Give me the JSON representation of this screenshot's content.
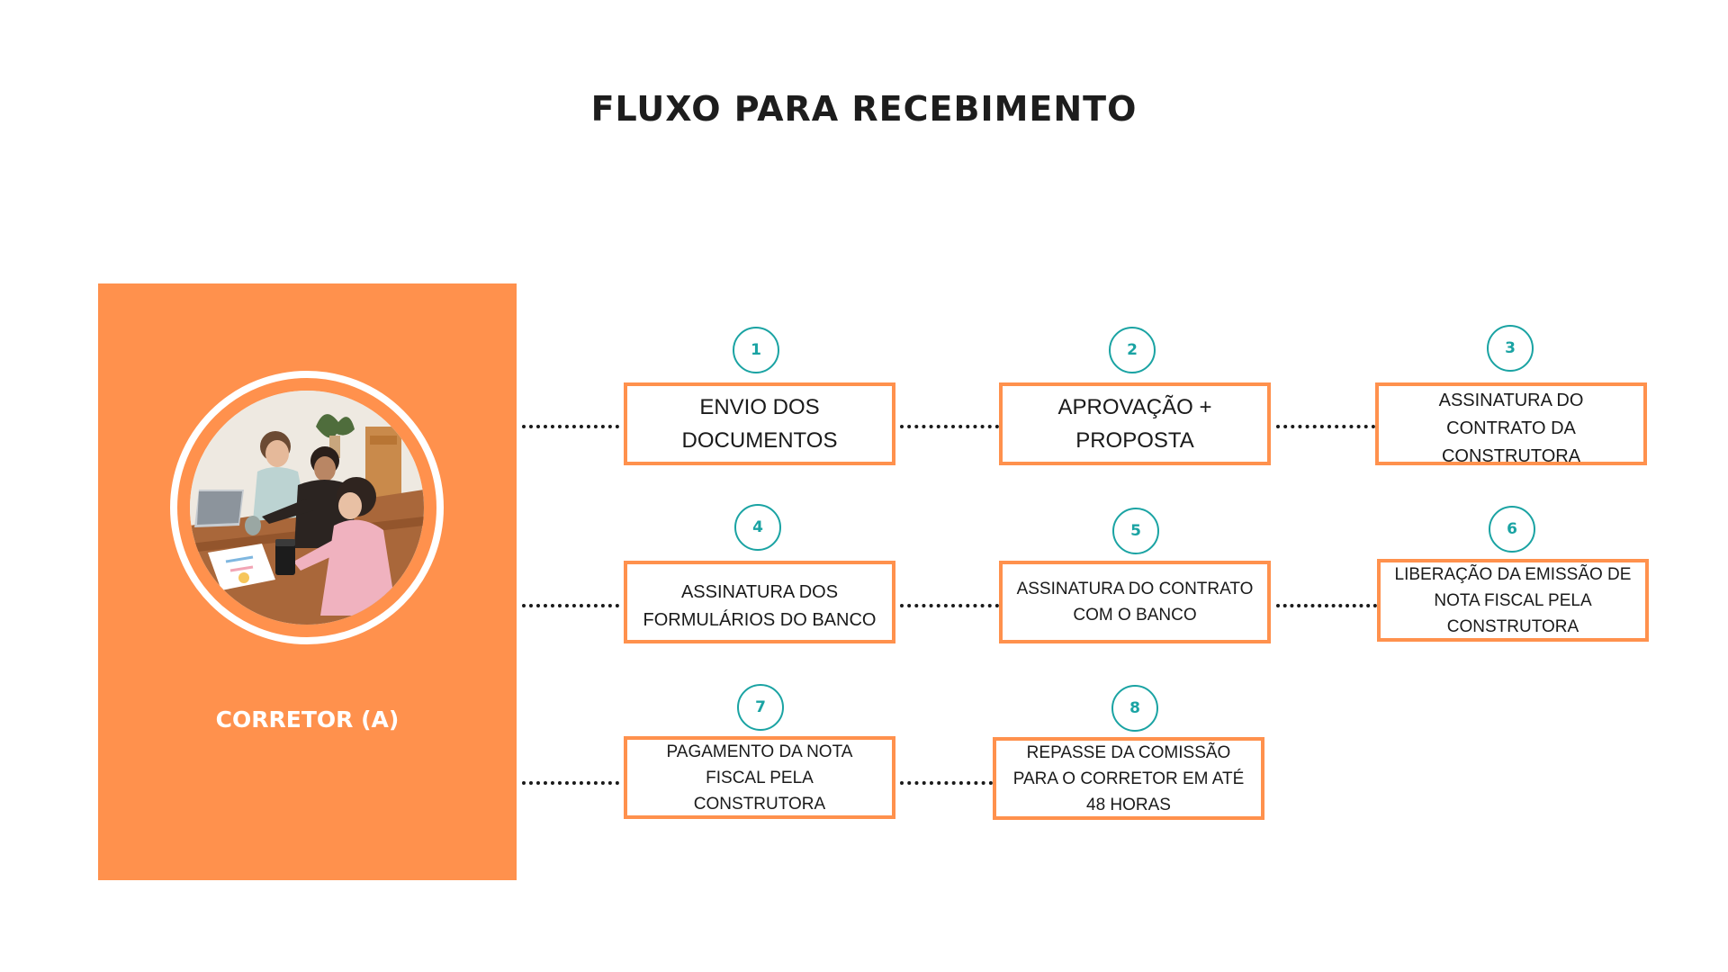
{
  "title": "FLUXO PARA RECEBIMENTO",
  "side_panel": {
    "label": "CORRETOR (A)",
    "color": "#ff914d"
  },
  "colors": {
    "accent": "#ff914d",
    "number_teal": "#1aa3a3",
    "text": "#1a1a1a"
  },
  "steps": [
    {
      "number": "1",
      "label": "ENVIO DOS DOCUMENTOS"
    },
    {
      "number": "2",
      "label": "APROVAÇÃO + PROPOSTA"
    },
    {
      "number": "3",
      "label": "ASSINATURA DO CONTRATO DA CONSTRUTORA"
    },
    {
      "number": "4",
      "label": "ASSINATURA DOS FORMULÁRIOS DO BANCO"
    },
    {
      "number": "5",
      "label": "ASSINATURA DO CONTRATO COM O BANCO"
    },
    {
      "number": "6",
      "label": "LIBERAÇÃO DA EMISSÃO DE NOTA FISCAL PELA CONSTRUTORA"
    },
    {
      "number": "7",
      "label": "PAGAMENTO DA NOTA FISCAL PELA CONSTRUTORA"
    },
    {
      "number": "8",
      "label": "REPASSE DA COMISSÃO PARA O CORRETOR EM ATÉ 48 HORAS"
    }
  ]
}
